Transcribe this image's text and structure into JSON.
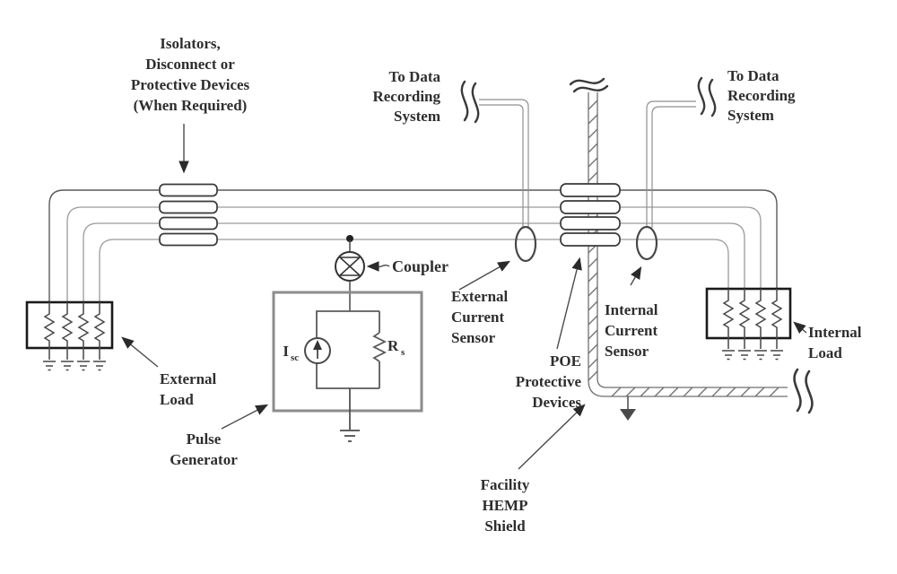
{
  "figure": {
    "kind": "schematic-diagram",
    "colors": {
      "background": "#ffffff",
      "ink": "#2e2e2e",
      "dark_line": "#555555",
      "light_line": "#9b9b9b",
      "load_box": "#1a1a1a",
      "device_box": "#3a3a3a",
      "generator_box": "#8c8c8c",
      "shield_line": "#6f6f6f"
    }
  },
  "labels": {
    "isolators": [
      "Isolators,",
      "Disconnect or",
      "Protective Devices",
      "(When Required)"
    ],
    "to_data_left": [
      "To Data",
      "Recording",
      "System"
    ],
    "to_data_right": [
      "To Data",
      "Recording",
      "System"
    ],
    "coupler": "Coupler",
    "external_current_sensor": [
      "External",
      "Current",
      "Sensor"
    ],
    "internal_current_sensor": [
      "Internal",
      "Current",
      "Sensor"
    ],
    "poe_devices": [
      "POE",
      "Protective",
      "Devices"
    ],
    "facility_hemp_shield": [
      "Facility",
      "HEMP",
      "Shield"
    ],
    "external_load": [
      "External",
      "Load"
    ],
    "internal_load": [
      "Internal",
      "Load"
    ],
    "pulse_generator": [
      "Pulse",
      "Generator"
    ],
    "isc": {
      "main": "I",
      "sub": "sc"
    },
    "rs": {
      "main": "R",
      "sub": "s"
    }
  }
}
